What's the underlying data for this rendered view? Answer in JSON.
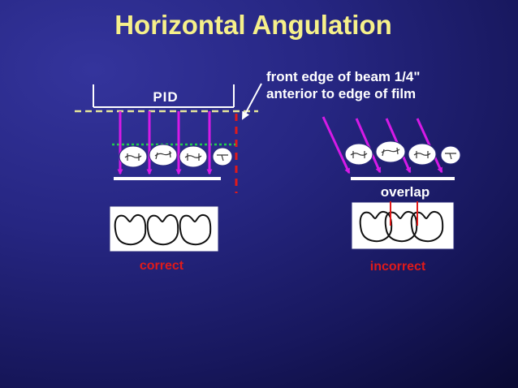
{
  "slide": {
    "title": "Horizontal Angulation"
  },
  "left_panel": {
    "pid_label": "PID",
    "annotation_line1": "front edge of beam 1/4\"",
    "annotation_line2": "anterior to edge of film",
    "result_label": "correct"
  },
  "right_panel": {
    "overlap_label": "overlap",
    "result_label": "incorrect"
  },
  "colors": {
    "background": "#262682",
    "title": "#f6f08a",
    "beam": "#d61ae6",
    "pid_dash": "#e6e69a",
    "edge_marker": "#e01a1a",
    "contact_line": "#20d04a",
    "result_text": "#e01a1a"
  }
}
